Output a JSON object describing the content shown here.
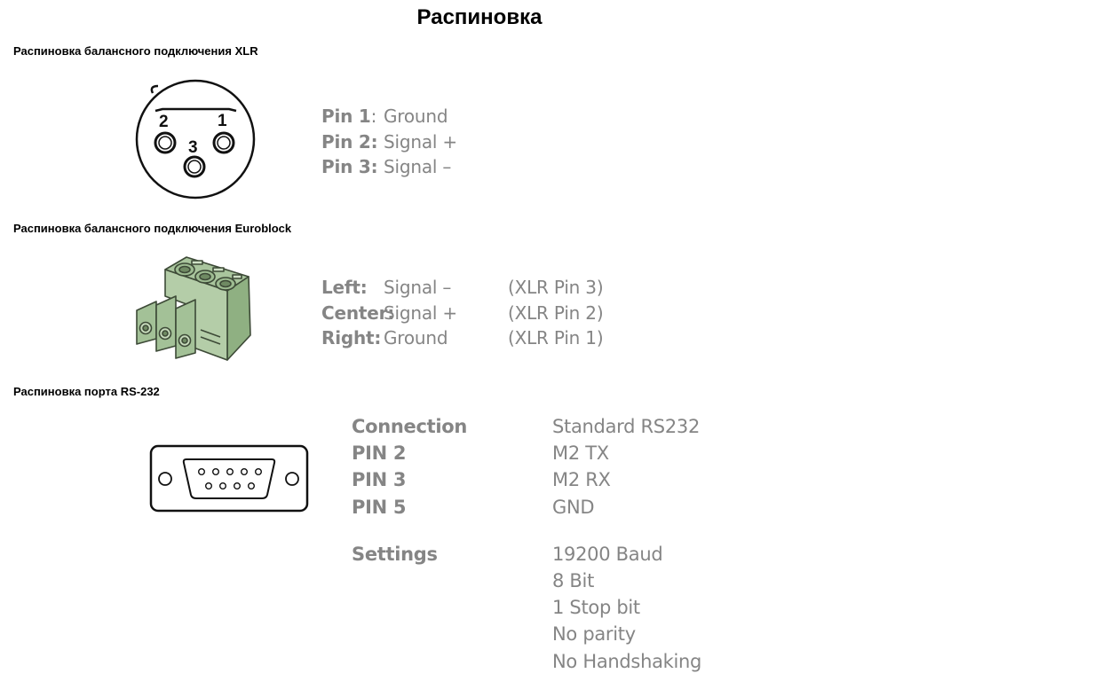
{
  "page": {
    "title": "Распиновка"
  },
  "xlr": {
    "section_label": "Распиновка балансного подключения XLR",
    "diagram_pin_numbers": [
      "2",
      "1",
      "3"
    ],
    "pins": [
      {
        "label": "Pin 1",
        "sep": ":",
        "value": "Ground"
      },
      {
        "label": "Pin 2:",
        "sep": "",
        "value": "Signal +"
      },
      {
        "label": "Pin 3:",
        "sep": "",
        "value": "Signal –"
      }
    ]
  },
  "euroblock": {
    "section_label": "Распиновка балансного подключения Euroblock",
    "pins": [
      {
        "label": "Left:",
        "value": "Signal –",
        "xlr": "(XLR Pin 3)"
      },
      {
        "label": "Center:",
        "value": "Signal +",
        "xlr": "(XLR Pin 2)"
      },
      {
        "label": "Right:",
        "value": "Ground",
        "xlr": "(XLR Pin 1)"
      }
    ],
    "colors": {
      "body": "#a9c59d",
      "outline": "#3d4a37"
    }
  },
  "rs232": {
    "section_label": "Распиновка порта RS-232",
    "rows": [
      {
        "key": "Connection",
        "value": "Standard RS232"
      },
      {
        "key": "PIN 2",
        "value": "M2 TX"
      },
      {
        "key": "PIN 3",
        "value": "M2 RX"
      },
      {
        "key": "PIN 5",
        "value": "GND"
      }
    ],
    "settings": {
      "key": "Settings",
      "values": [
        "19200 Baud",
        "8 Bit",
        "1 Stop bit",
        "No parity",
        "No Handshaking"
      ]
    }
  },
  "colors": {
    "table_text": "#858585"
  }
}
